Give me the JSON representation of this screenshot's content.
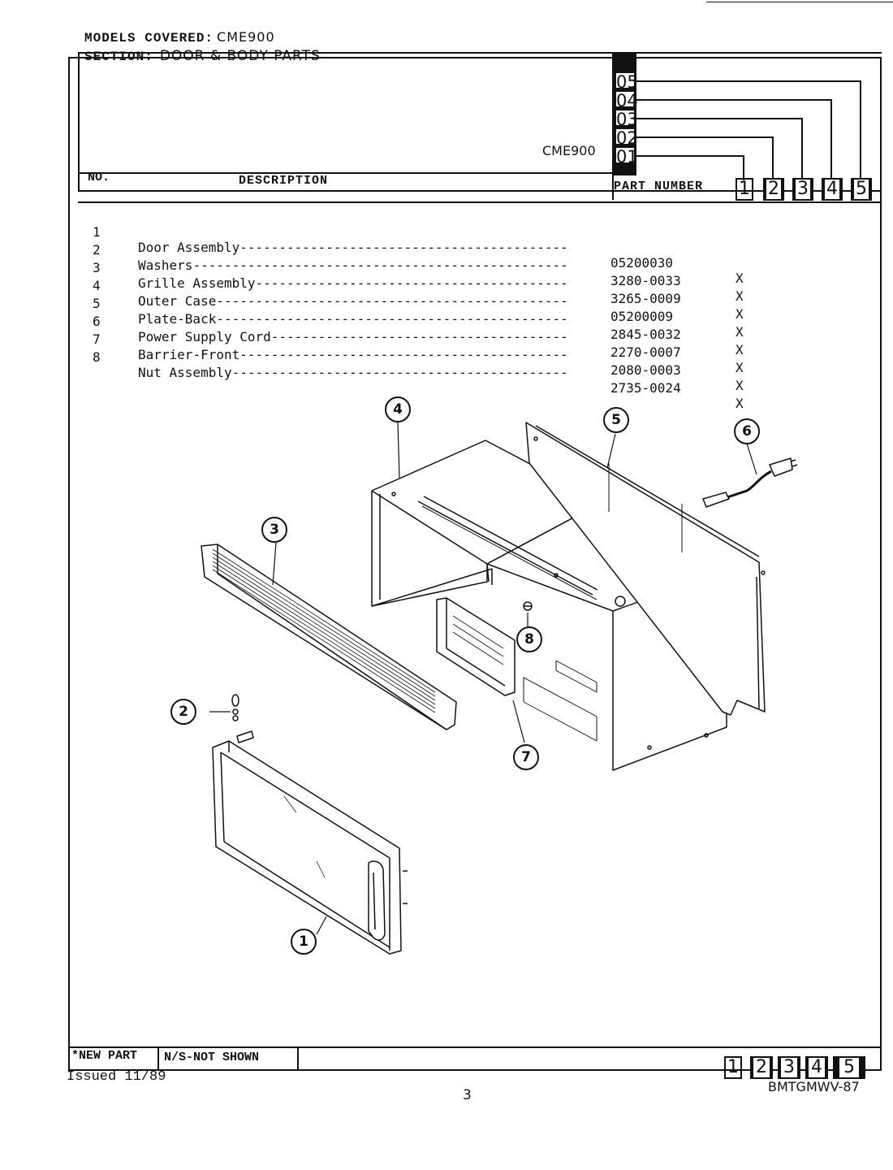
{
  "header": {
    "models_label": "MODELS COVERED:",
    "models_value": "CME900",
    "section_label": "SECTION:",
    "section_value": "DOOR & BODY PARTS",
    "model_code": "CME900",
    "codes": [
      "05",
      "04",
      "03",
      "02",
      "01"
    ]
  },
  "table": {
    "col_no": "NO.",
    "col_description": "DESCRIPTION",
    "col_part_number": "PART NUMBER",
    "columns": [
      "1",
      "2",
      "3",
      "4",
      "5"
    ],
    "rows": [
      {
        "no": "1",
        "description": "Door Assembly",
        "leader": "------------------------------------------",
        "part_number": "05200030",
        "mark": "X"
      },
      {
        "no": "2",
        "description": "Washers",
        "leader": "------------------------------------------------",
        "part_number": "3280-0033",
        "mark": "X"
      },
      {
        "no": "3",
        "description": "Grille Assembly",
        "leader": "----------------------------------------",
        "part_number": "3265-0009",
        "mark": "X"
      },
      {
        "no": "4",
        "description": "Outer Case",
        "leader": "---------------------------------------------",
        "part_number": "05200009",
        "mark": "X"
      },
      {
        "no": "5",
        "description": "Plate-Back",
        "leader": "---------------------------------------------",
        "part_number": "2845-0032",
        "mark": "X"
      },
      {
        "no": "6",
        "description": "Power Supply Cord",
        "leader": "--------------------------------------",
        "part_number": "2270-0007",
        "mark": "X"
      },
      {
        "no": "7",
        "description": "Barrier-Front",
        "leader": "------------------------------------------",
        "part_number": "2080-0003",
        "mark": "X"
      },
      {
        "no": "8",
        "description": "Nut Assembly",
        "leader": "-------------------------------------------",
        "part_number": "2735-0024",
        "mark": "X"
      }
    ]
  },
  "diagram": {
    "callouts": [
      "1",
      "2",
      "3",
      "4",
      "5",
      "6",
      "7",
      "8"
    ]
  },
  "footer": {
    "new_part": "*NEW PART",
    "not_shown": "N/S-NOT SHOWN",
    "columns": [
      "1",
      "2",
      "3",
      "4",
      "5"
    ],
    "issued": "Issued 11/89",
    "page_number": "3",
    "doc_code": "BMTGMWV-87"
  }
}
